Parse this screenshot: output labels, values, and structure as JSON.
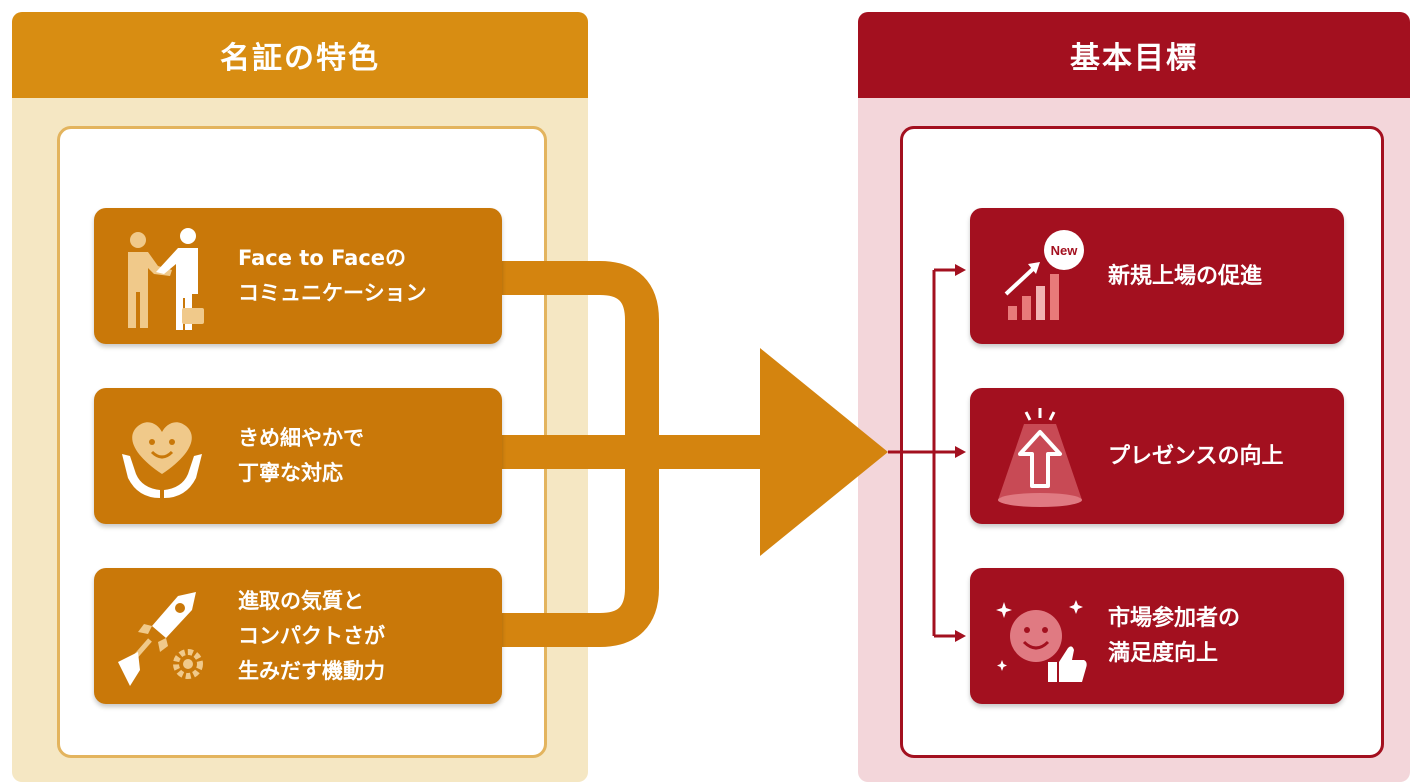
{
  "left": {
    "title": "名証の特色",
    "items": [
      {
        "lines": [
          "Face to Faceの",
          "コミュニケーション"
        ],
        "icon": "handshake-icon"
      },
      {
        "lines": [
          "きめ細やかで",
          "丁寧な対応"
        ],
        "icon": "heart-hands-icon"
      },
      {
        "lines": [
          "進取の気質と",
          "コンパクトさが",
          "生みだす機動力"
        ],
        "icon": "rocket-gear-icon"
      }
    ]
  },
  "right": {
    "title": "基本目標",
    "items": [
      {
        "lines": [
          "新規上場の促進"
        ],
        "icon": "growth-chart-new-icon",
        "badge": "New"
      },
      {
        "lines": [
          "プレゼンスの向上"
        ],
        "icon": "spotlight-arrow-icon"
      },
      {
        "lines": [
          "市場参加者の",
          "満足度向上"
        ],
        "icon": "smiley-thumbs-up-icon"
      }
    ]
  },
  "colors": {
    "gold": "#c97809",
    "gold_header": "#d88d12",
    "gold_light": "#f5e7c3",
    "red": "#a3101f",
    "red_light": "#f3d6da"
  }
}
